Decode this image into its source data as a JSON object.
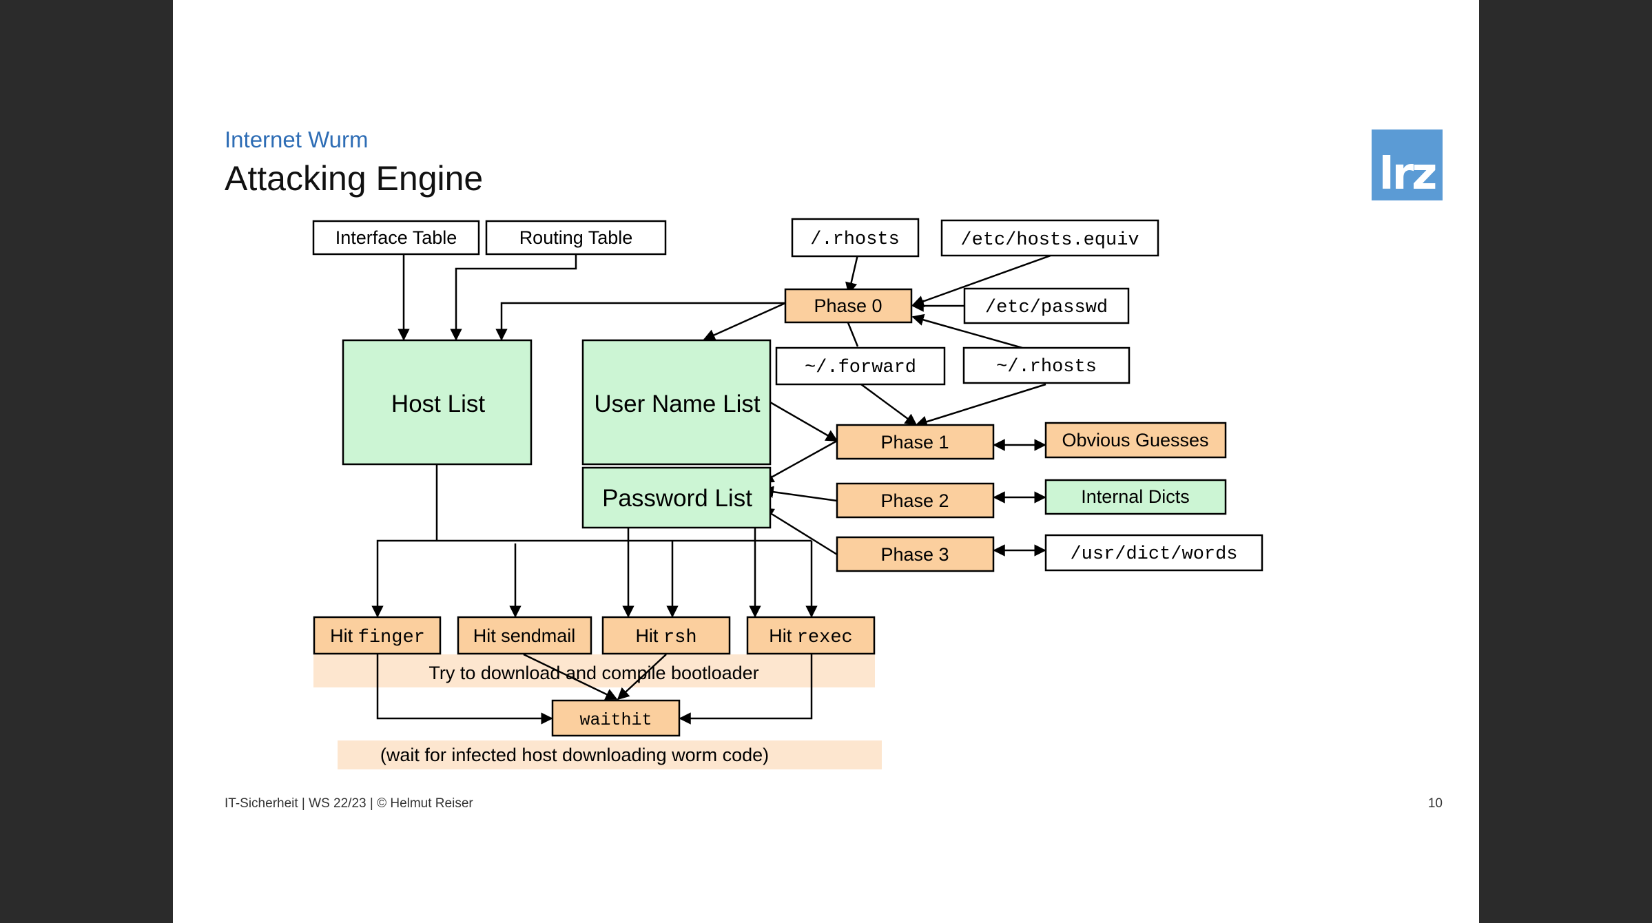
{
  "slide": {
    "subtitle": "Internet Wurm",
    "title": "Attacking Engine",
    "logo_text": "lrz",
    "footer": "IT-Sicherheit | WS 22/23 | © Helmut Reiser",
    "page_number": "10"
  },
  "diagram": {
    "interface_table": "Interface Table",
    "routing_table": "Routing Table",
    "rhosts_file": "/.rhosts",
    "hosts_equiv": "/etc/hosts.equiv",
    "etc_passwd": "/etc/passwd",
    "phase0": "Phase 0",
    "forward": "~/.forward",
    "home_rhosts": "~/.rhosts",
    "host_list": "Host List",
    "user_name_list": "User Name List",
    "password_list": "Password List",
    "phase1": "Phase 1",
    "phase2": "Phase 2",
    "phase3": "Phase 3",
    "obvious_guesses": "Obvious Guesses",
    "internal_dicts": "Internal Dicts",
    "usr_dict_words": "/usr/dict/words",
    "hit_prefix": "Hit ",
    "finger": "finger",
    "hit_sendmail": "Hit sendmail",
    "rsh": "rsh",
    "rexec": "rexec",
    "bootloader_note": "Try to download and compile bootloader",
    "waithit": "waithit",
    "wait_note": "(wait for infected host downloading worm code)"
  },
  "colors": {
    "orange_box": "#fbcf9e",
    "green_box": "#ccf5d4",
    "band": "#fde6cf",
    "subtitle_blue": "#2e6db5",
    "logo_blue": "#5b9bd5"
  }
}
